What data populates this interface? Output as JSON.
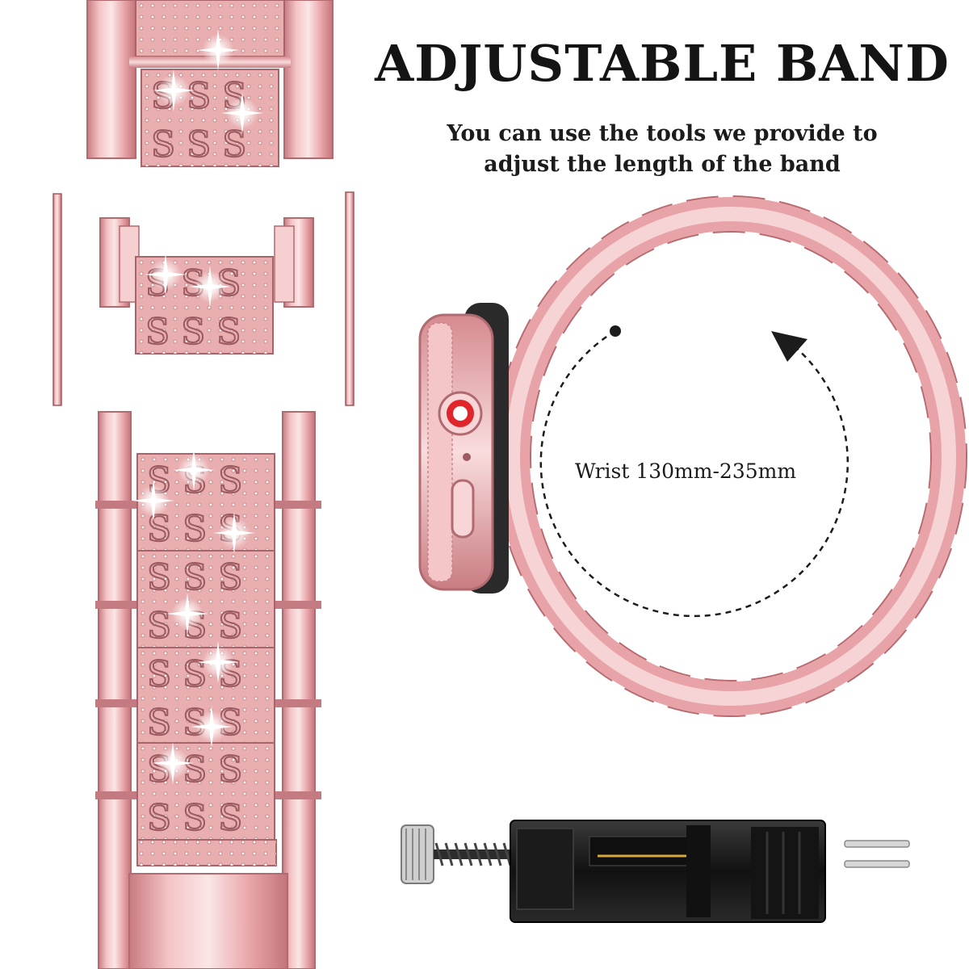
{
  "headline": "ADJUSTABLE BAND",
  "subtitle_line1": "You can use the tools we provide to",
  "subtitle_line2": "adjust the length of the band",
  "wrist_range": "Wrist 130mm-235mm",
  "colors": {
    "rose_gold": "#e8a2a6",
    "rose_gold_dark": "#b86a70",
    "rose_gold_light": "#f8dadb",
    "tool_black": "#1a1a1a",
    "crown_red": "#e0252b"
  },
  "icons": [
    "sparkle-icon",
    "dashed-rotation-arrow-icon",
    "knurled-knob-icon"
  ]
}
